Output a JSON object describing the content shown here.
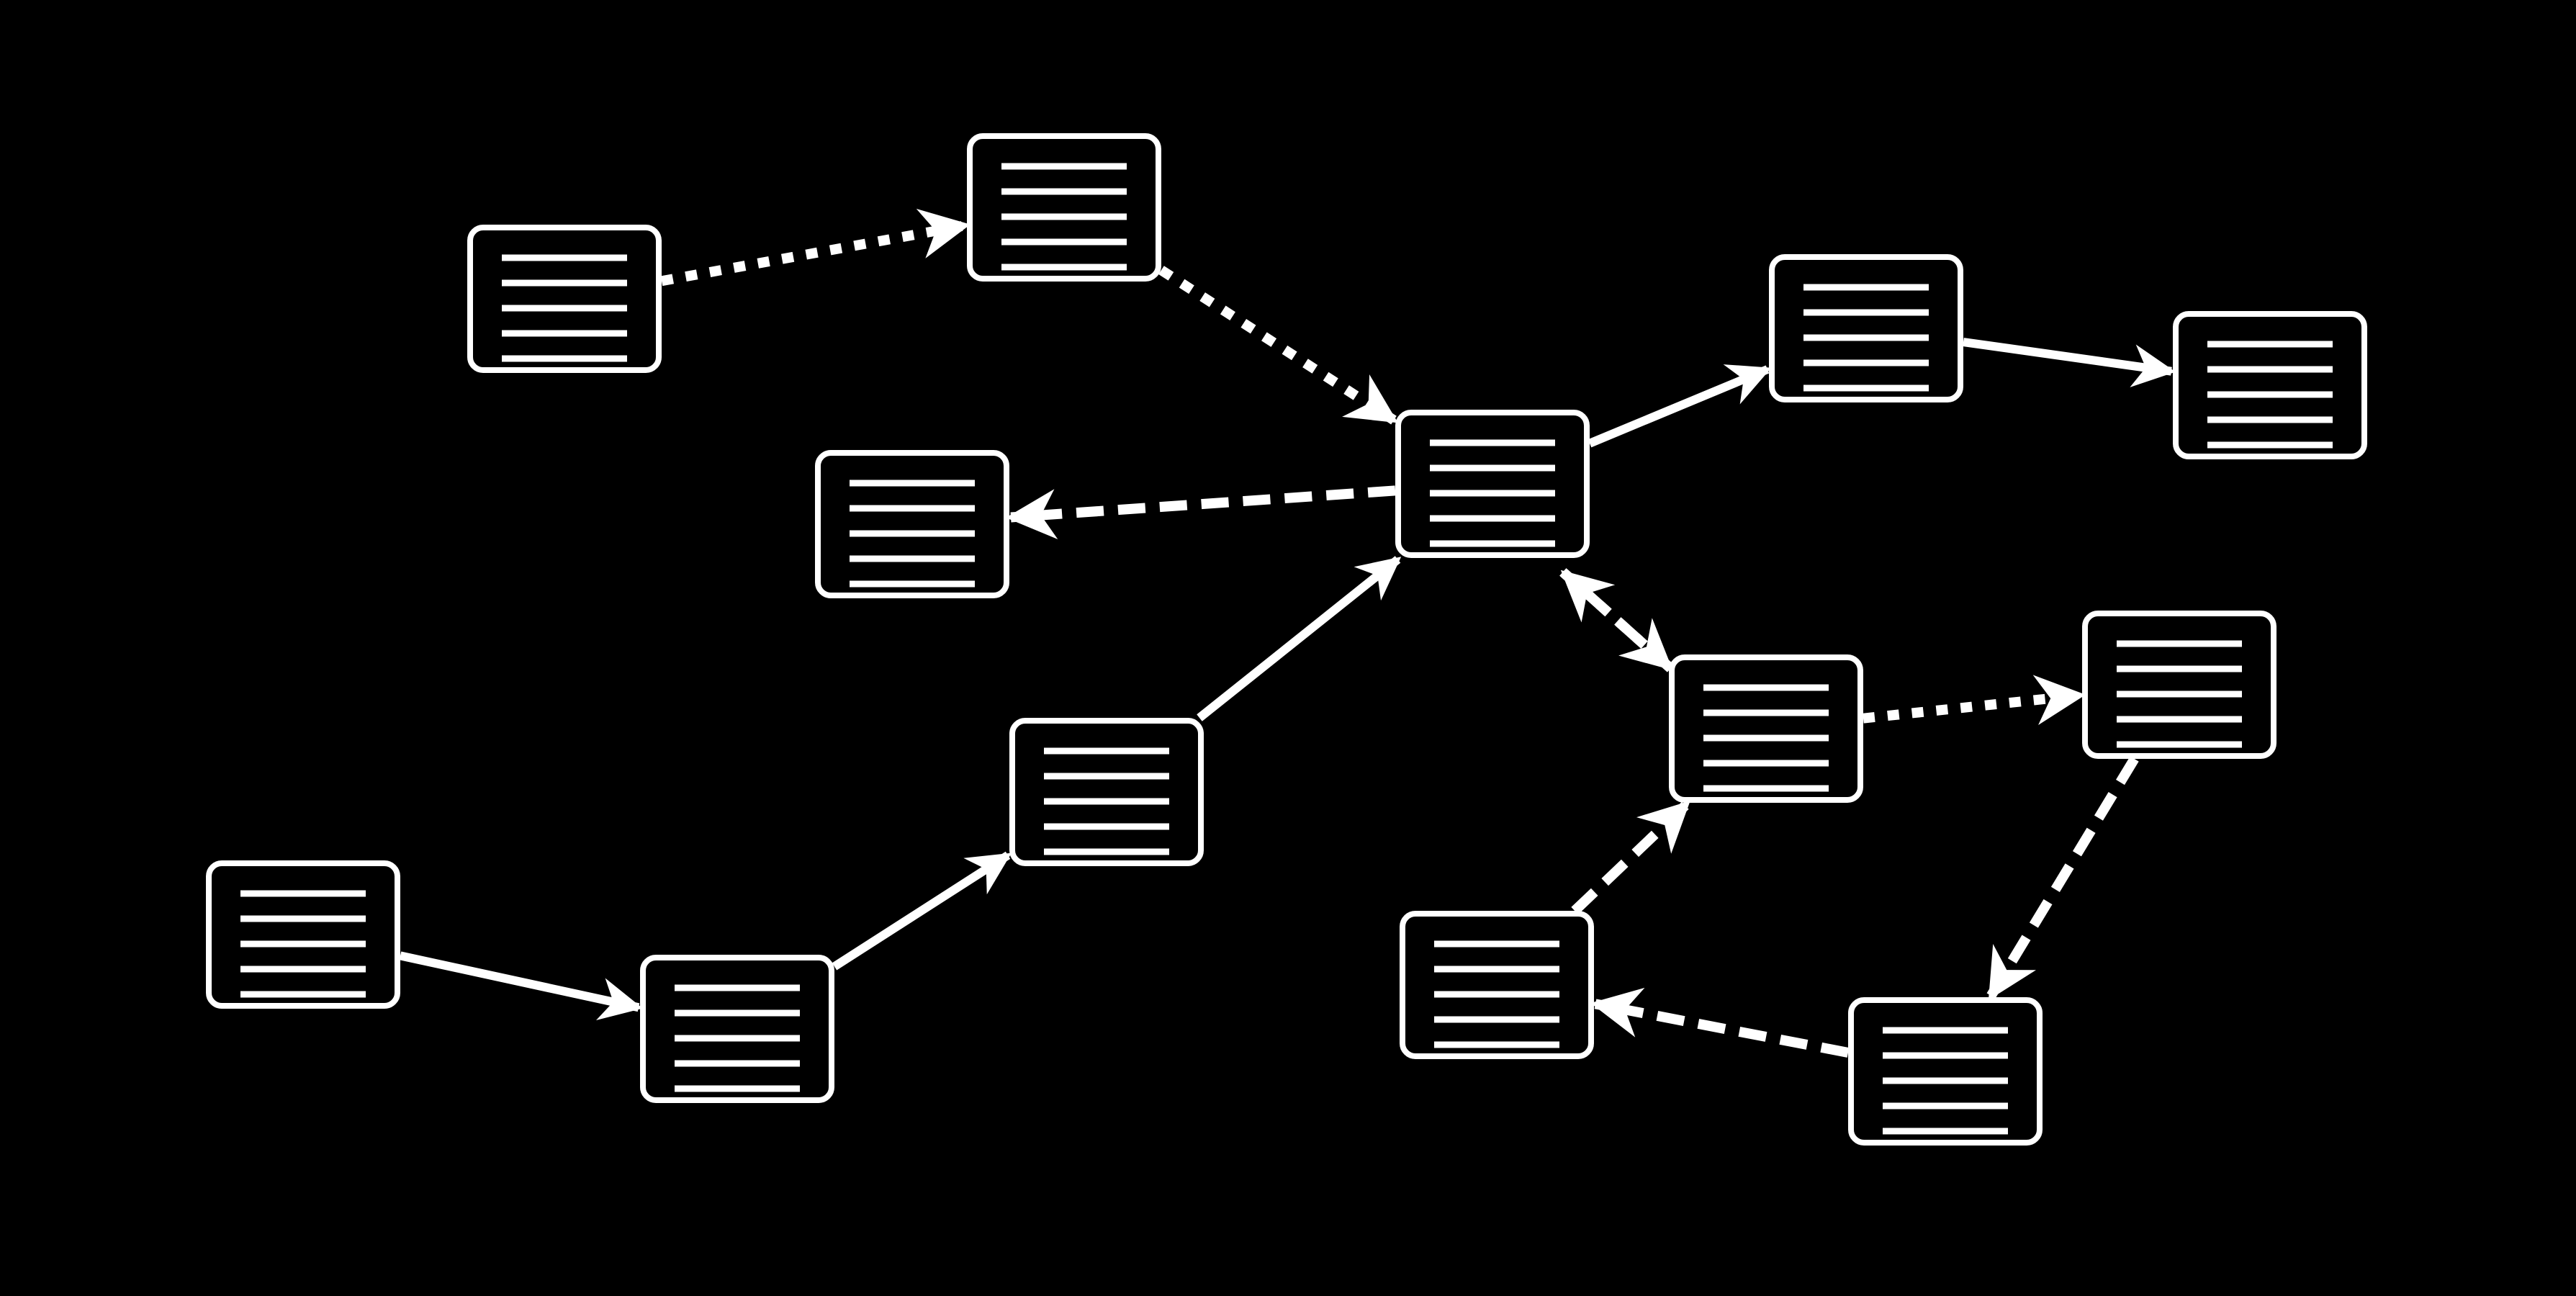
{
  "colors": {
    "background": "#000000",
    "foreground": "#ffffff"
  },
  "node_icon": "document-lines-icon",
  "nodes": [
    {
      "id": "n1"
    },
    {
      "id": "n2"
    },
    {
      "id": "n3"
    },
    {
      "id": "n4"
    },
    {
      "id": "n5"
    },
    {
      "id": "n6"
    },
    {
      "id": "n7"
    },
    {
      "id": "n8"
    },
    {
      "id": "n9"
    },
    {
      "id": "n10"
    },
    {
      "id": "n11"
    },
    {
      "id": "n12"
    },
    {
      "id": "n13"
    },
    {
      "id": "n14"
    }
  ],
  "edges": [
    {
      "from": "n1",
      "to": "n2",
      "style": "dotted"
    },
    {
      "from": "n2",
      "to": "n3",
      "style": "dotted"
    },
    {
      "from": "n3",
      "to": "n4",
      "style": "dashed"
    },
    {
      "from": "n3",
      "to": "n5",
      "style": "solid"
    },
    {
      "from": "n5",
      "to": "n6",
      "style": "solid"
    },
    {
      "from": "n3",
      "to": "n7",
      "style": "dotted"
    },
    {
      "from": "n7",
      "to": "n3",
      "style": "dashed"
    },
    {
      "from": "n7",
      "to": "n8",
      "style": "dotted"
    },
    {
      "from": "n8",
      "to": "n12",
      "style": "dashed"
    },
    {
      "from": "n12",
      "to": "n11",
      "style": "dashed"
    },
    {
      "from": "n11",
      "to": "n7",
      "style": "dashed"
    },
    {
      "from": "n9",
      "to": "n10",
      "style": "solid"
    },
    {
      "from": "n10",
      "to": "n13",
      "style": "solid"
    },
    {
      "from": "n13",
      "to": "n3",
      "style": "solid"
    }
  ]
}
